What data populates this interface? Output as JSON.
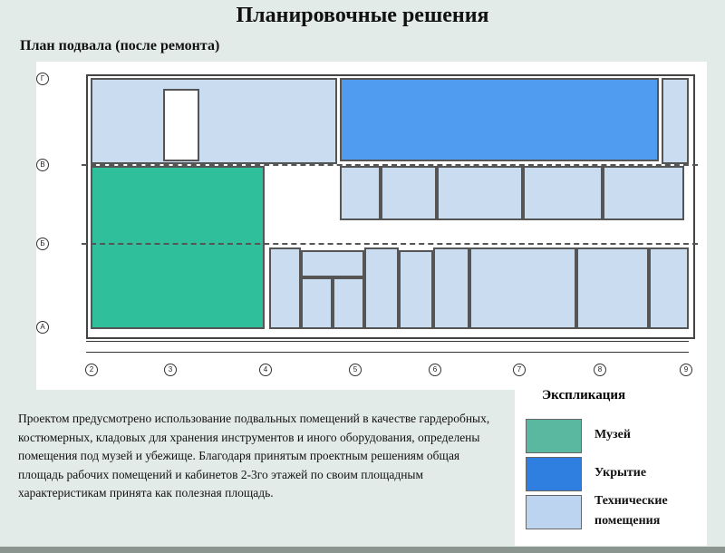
{
  "title": "Планировочные решения",
  "subtitle": "План подвала (после ремонта)",
  "plan": {
    "row_axes": [
      "Г",
      "В",
      "Б",
      "А"
    ],
    "column_axes": [
      "2",
      "3",
      "4",
      "5",
      "6",
      "7",
      "8",
      "9"
    ]
  },
  "description": "Проектом предусмотрено использование подвальных помещений в качестве гардеробных, костюмерных, кладовых для хранения инструментов и иного оборудования, определены помещения под музей и убежище.  Благодаря принятым проектным решениям общая площадь рабочих помещений и кабинетов 2-3го этажей по своим площадным характеристикам принята как полезная площадь.",
  "legend": {
    "title": "Экспликация",
    "items": [
      {
        "label": "Музей",
        "color": "#5bb8a0"
      },
      {
        "label": "Укрытие",
        "color": "#2f7fe0"
      },
      {
        "label": "Технические помещения",
        "color": "#bcd4f0"
      }
    ]
  }
}
